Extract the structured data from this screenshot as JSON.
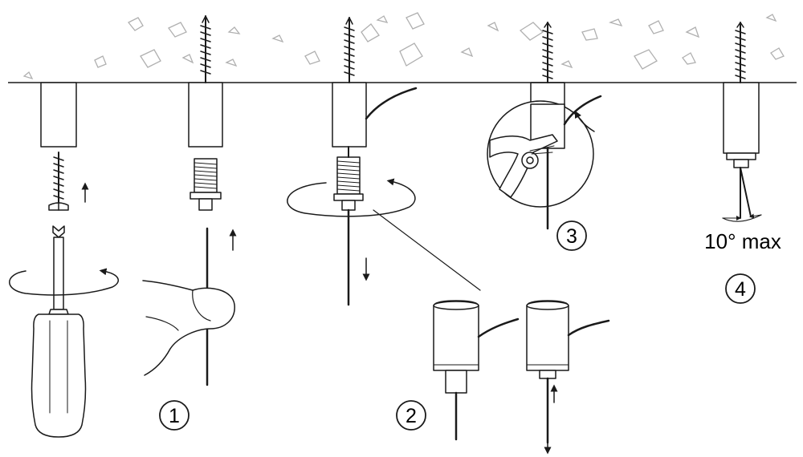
{
  "steps": {
    "s1": "1",
    "s2": "2",
    "s3": "3",
    "s4": "4"
  },
  "annotation": {
    "angle_max": "10° max"
  },
  "colors": {
    "stroke": "#1a1a1a",
    "debris": "#b0b0b0",
    "fill": "#ffffff"
  },
  "icons": [
    "screw-icon",
    "screwdriver-icon",
    "rotate-arrow-icon",
    "up-arrow-icon",
    "down-arrow-icon",
    "finger-icon",
    "cable-icon",
    "gripper-icon",
    "wire-cutter-icon"
  ]
}
